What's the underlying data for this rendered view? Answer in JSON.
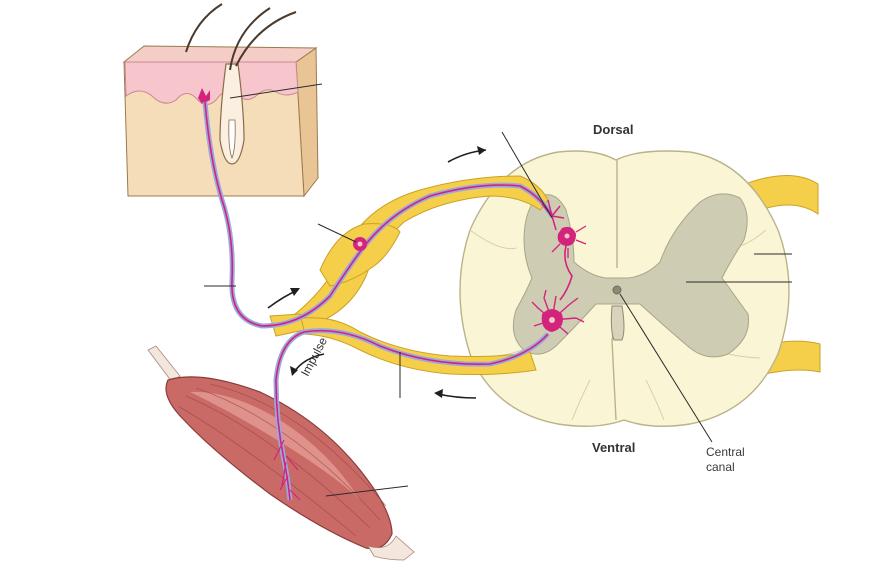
{
  "labels": {
    "dorsal": "Dorsal",
    "ventral": "Ventral",
    "central_canal_line1": "Central",
    "central_canal_line2": "canal",
    "impulse": "Impulse"
  },
  "colors": {
    "skin": "#f6ddb9",
    "epidermis": "#f6c6cc",
    "nerve": "#f5cf4a",
    "neuron": "#d4237d",
    "axon_sheath": "#9aa8e0",
    "white_matter": "#faf6d5",
    "gray_matter": "#cfccb4",
    "muscle": "#c96a66",
    "leader_line": "#2b2b2b"
  }
}
